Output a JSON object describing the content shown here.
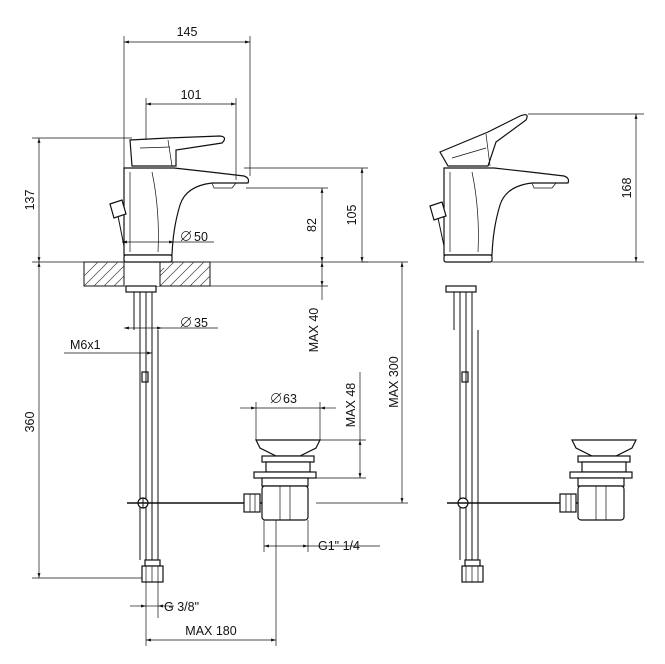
{
  "dimensions": {
    "width_145": "145",
    "width_101": "101",
    "height_137": "137",
    "height_105": "105",
    "height_82": "82",
    "dia_50": "50",
    "dia_35": "35",
    "max_40": "MAX 40",
    "m6x1": "M6x1",
    "height_360": "360",
    "max_300": "MAX 300",
    "dia_63": "63",
    "max_48": "MAX 48",
    "g1_1_4": "G1\" 1/4",
    "g3_8": "G 3/8\"",
    "max_180": "MAX 180",
    "height_168": "168"
  }
}
